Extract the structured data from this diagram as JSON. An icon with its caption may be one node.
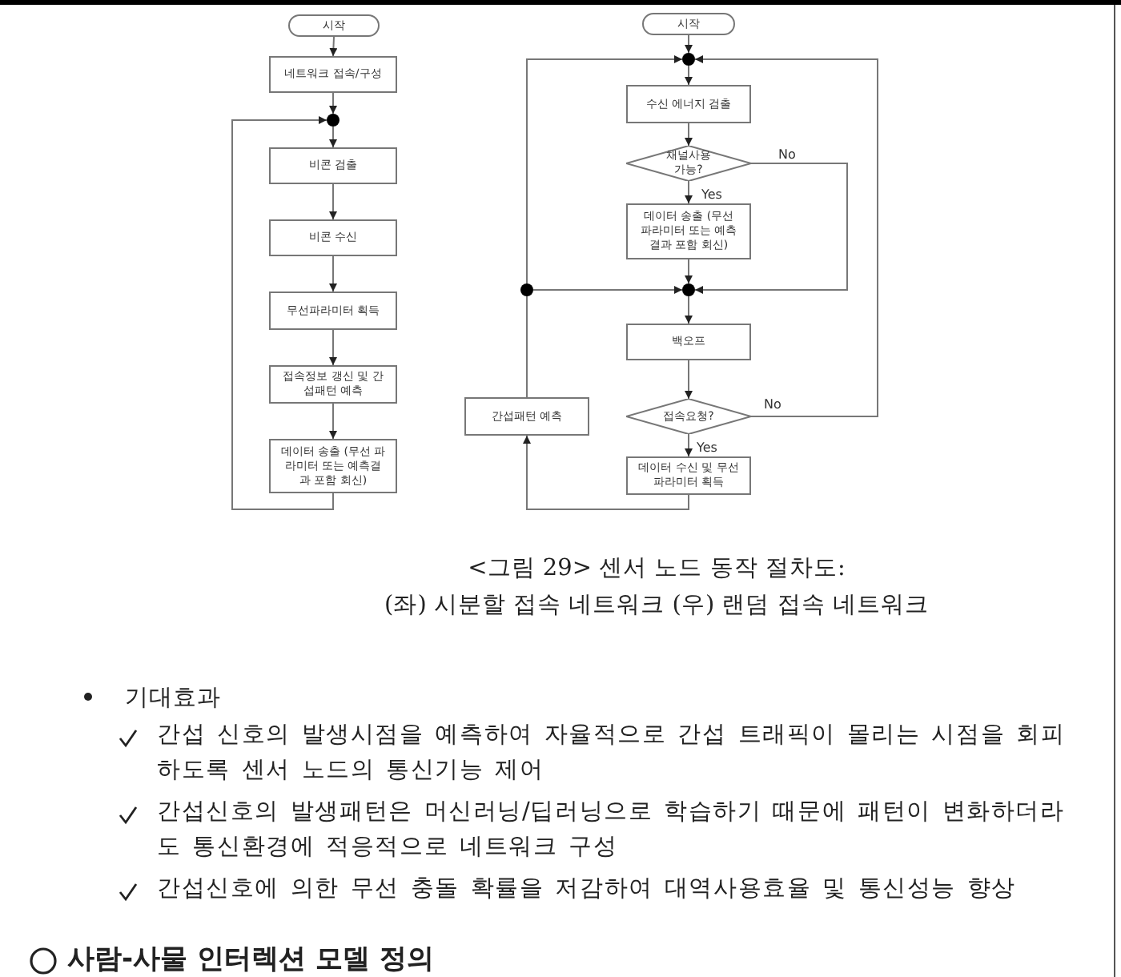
{
  "diagram": {
    "caption": "<그림 29> 센서 노드 동작 절차도: (좌) 시분할 접속 네트워크 (우) 랜덤 접속 네트워크",
    "nodes": [
      {
        "text": [
          "시작"
        ]
      },
      {
        "text": [
          "네트워크 접속/구성"
        ]
      },
      {
        "text": [],
        "shape": "circle"
      },
      {
        "text": [
          "비콘 검출"
        ]
      },
      {
        "text": [
          "비콘 수신"
        ]
      },
      {
        "text": [
          "무선파라미터 획득"
        ]
      },
      {
        "text": [
          "접속정보 갱신 및 간섭패턴 예측"
        ]
      },
      {
        "text": [
          "데이터 송출 (무선 파라미터 또는 예측결과 포함 회신)"
        ]
      },
      {
        "text": [
          "시작"
        ]
      },
      {
        "text": [],
        "shape": "circle"
      },
      {
        "text": [
          "수신 에너지 검출"
        ]
      },
      {
        "text": [
          "채널사용 가능?"
        ]
      },
      {
        "text": [
          "데이터 송출 (무선 파라미터 또는 예측결과 포함 회신)"
        ]
      },
      {
        "text": [],
        "shape": "circle"
      },
      {
        "text": [],
        "shape": "circle"
      },
      {
        "text": [
          "백오프"
        ]
      },
      {
        "text": [
          "접속요청?"
        ]
      },
      {
        "text": [
          "데이터 수신 및 무선파라미터 획득"
        ]
      },
      {
        "text": [
          "간섭패턴 예측"
        ]
      }
    ],
    "edges": [
      {
        "from": 0,
        "to": 1,
        "arrow": "to"
      },
      {
        "from": 1,
        "to": 2,
        "arrow": "to"
      },
      {
        "from": 2,
        "to": 3,
        "arrow": "to"
      },
      {
        "from": 3,
        "to": 4,
        "arrow": "to"
      },
      {
        "from": 4,
        "to": 5,
        "arrow": "to"
      },
      {
        "from": 5,
        "to": 6,
        "arrow": "to"
      },
      {
        "from": 6,
        "to": 7,
        "arrow": "to"
      },
      {
        "from": 7,
        "to": 2,
        "arrow": "to"
      },
      {
        "from": 8,
        "to": 9,
        "arrow": "to"
      },
      {
        "from": 9,
        "to": 10,
        "arrow": "to"
      },
      {
        "from": 10,
        "to": 11,
        "arrow": "to"
      },
      {
        "from": 11,
        "to": 12,
        "arrow": "to",
        "label": "Yes"
      },
      {
        "from": 11,
        "to": 13,
        "arrow": "to",
        "label": "No"
      },
      {
        "from": 12,
        "to": 13,
        "arrow": "to"
      },
      {
        "from": 13,
        "to": 15,
        "arrow": "to"
      },
      {
        "from": 15,
        "to": 16,
        "arrow": "to"
      },
      {
        "from": 16,
        "to": 17,
        "arrow": "to",
        "label": "Yes"
      },
      {
        "from": 16,
        "to": 9,
        "arrow": "to",
        "label": "No"
      },
      {
        "from": 17,
        "to": 18,
        "arrow": "to"
      },
      {
        "from": 18,
        "to": 14,
        "arrow": "to"
      },
      {
        "from": 14,
        "to": 13,
        "arrow": "to"
      },
      {
        "from": 14,
        "to": 9,
        "arrow": "to"
      }
    ],
    "labels": [
      "기대효과",
      "간섭 신호의 발생시점을 예측하여 자율적으로 간섭 트래픽이 몰리는 시점을 회피하도록 센서 노드의 통신기능 제어",
      "간섭신호의 발생패턴은 머신러닝/딥러닝으로 학습하기 때문에 패턴이 변화하더라도 통신환경에 적응적으로 네트워크 구성",
      "간섭신호에 의한 무선 충돌 확률을 저감하여 대역사용효율 및 통신성능 향상",
      "사람-사물 인터렉션 모델 정의"
    ]
  }
}
